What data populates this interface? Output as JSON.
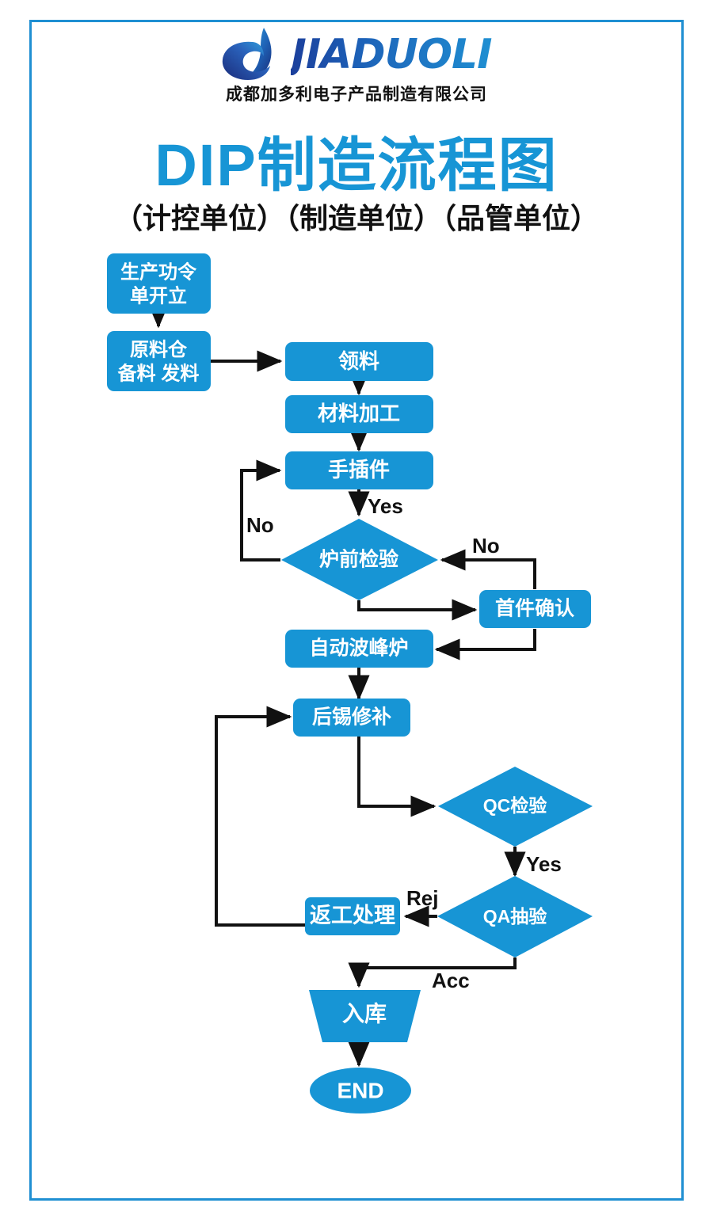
{
  "poster": {
    "border_color": "#1f8fd2",
    "accent_color": "#1795d5",
    "background": "#ffffff"
  },
  "header": {
    "logo_icon": "droplet-wave-logo-icon",
    "logo_wordmark": "JIADUOLI",
    "company_name": "成都加多利电子产品制造有限公司",
    "title": "DIP制造流程图",
    "subtitle": "（计控单位）（制造单位）（品管单位）"
  },
  "chart_data": {
    "type": "diagram",
    "title": "DIP制造流程图",
    "nodes": [
      {
        "id": "n1",
        "label": "生产功令\n单开立",
        "shape": "rounded-rect",
        "lines": [
          "生产功令",
          "单开立"
        ]
      },
      {
        "id": "n2",
        "label": "原料仓\n备料 发料",
        "shape": "rounded-rect",
        "lines": [
          "原料仓",
          "备料 发料"
        ]
      },
      {
        "id": "n3",
        "label": "领料",
        "shape": "rounded-rect",
        "lines": [
          "领料"
        ]
      },
      {
        "id": "n4",
        "label": "材料加工",
        "shape": "rounded-rect",
        "lines": [
          "材料加工"
        ]
      },
      {
        "id": "n5",
        "label": "手插件",
        "shape": "rounded-rect",
        "lines": [
          "手插件"
        ]
      },
      {
        "id": "n6",
        "label": "炉前检验",
        "shape": "diamond",
        "lines": [
          "炉前检验"
        ]
      },
      {
        "id": "n7",
        "label": "首件确认",
        "shape": "rounded-rect",
        "lines": [
          "首件确认"
        ]
      },
      {
        "id": "n8",
        "label": "自动波峰炉",
        "shape": "rounded-rect",
        "lines": [
          "自动波峰炉"
        ]
      },
      {
        "id": "n9",
        "label": "后锡修补",
        "shape": "rounded-rect",
        "lines": [
          "后锡修补"
        ]
      },
      {
        "id": "n10",
        "label": "QC检验",
        "shape": "diamond",
        "lines": [
          "QC检验"
        ]
      },
      {
        "id": "n11",
        "label": "QA抽验",
        "shape": "diamond",
        "lines": [
          "QA抽验"
        ]
      },
      {
        "id": "n12",
        "label": "返工处理",
        "shape": "rounded-rect",
        "lines": [
          "返工处理"
        ]
      },
      {
        "id": "n13",
        "label": "入库",
        "shape": "trapezoid",
        "lines": [
          "入库"
        ]
      },
      {
        "id": "n14",
        "label": "END",
        "shape": "ellipse",
        "lines": [
          "END"
        ]
      }
    ],
    "edges": [
      {
        "from": "n1",
        "to": "n2",
        "label": ""
      },
      {
        "from": "n2",
        "to": "n3",
        "label": ""
      },
      {
        "from": "n3",
        "to": "n4",
        "label": ""
      },
      {
        "from": "n4",
        "to": "n5",
        "label": ""
      },
      {
        "from": "n5",
        "to": "n6",
        "label": "Yes"
      },
      {
        "from": "n6",
        "to": "n5",
        "label": "No"
      },
      {
        "from": "n6",
        "to": "n7",
        "label": ""
      },
      {
        "from": "n7",
        "to": "n6",
        "label": "No"
      },
      {
        "from": "n7",
        "to": "n8",
        "label": ""
      },
      {
        "from": "n8",
        "to": "n9",
        "label": ""
      },
      {
        "from": "n9",
        "to": "n10",
        "label": ""
      },
      {
        "from": "n10",
        "to": "n11",
        "label": "Yes"
      },
      {
        "from": "n11",
        "to": "n12",
        "label": "Rej"
      },
      {
        "from": "n12",
        "to": "n9",
        "label": ""
      },
      {
        "from": "n11",
        "to": "n13",
        "label": "Acc"
      },
      {
        "from": "n13",
        "to": "n14",
        "label": ""
      }
    ],
    "edge_labels": [
      "Yes",
      "No",
      "No",
      "Yes",
      "Rej",
      "Acc"
    ],
    "shape_fill": "#1795d5",
    "line_color": "#111111",
    "label_color": "#ffffff"
  }
}
